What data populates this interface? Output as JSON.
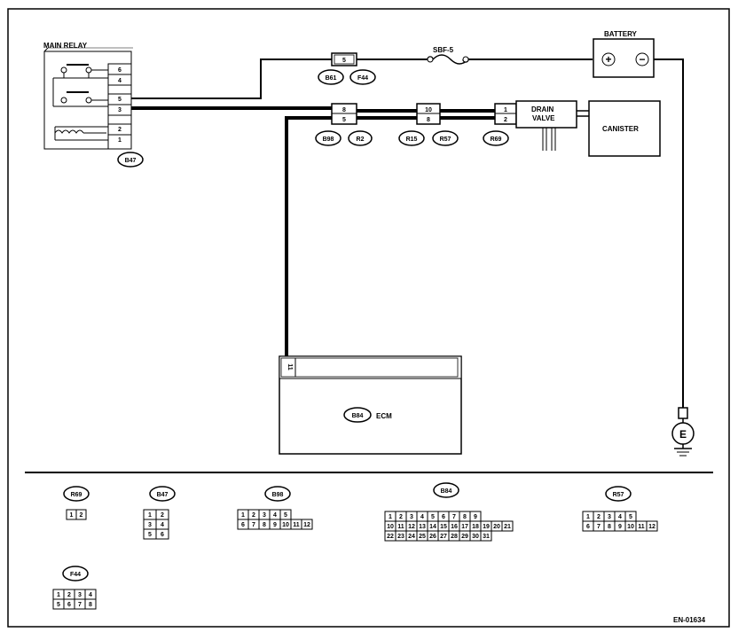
{
  "labels": {
    "main_relay": "MAIN RELAY",
    "battery": "BATTERY",
    "fuse": "SBF-5",
    "drain_valve_1": "DRAIN",
    "drain_valve_2": "VALVE",
    "canister": "CANISTER",
    "ecm": "ECM",
    "ground": "E",
    "code": "EN-01634",
    "battery_plus": "+",
    "battery_minus": "−"
  },
  "tags": {
    "b47": "B47",
    "b61": "B61",
    "f44": "F44",
    "b98": "B98",
    "r2": "R2",
    "r15": "R15",
    "r57": "R57",
    "r69": "R69",
    "b84": "B84"
  },
  "pins": {
    "relay": [
      "6",
      "4",
      "5",
      "3",
      "2",
      "1"
    ],
    "b61_f44": "5",
    "b98_r2_top": "8",
    "b98_r2_bot": "5",
    "r15_r57_top": "10",
    "r15_r57_bot": "8",
    "r69_top": "1",
    "r69_bot": "2",
    "ecm_pin": "11"
  },
  "connector_views": {
    "r69": {
      "tag": "R69",
      "rows": [
        [
          "1",
          "2"
        ]
      ]
    },
    "b47": {
      "tag": "B47",
      "rows": [
        [
          "1",
          "2"
        ],
        [
          "3",
          "4"
        ],
        [
          "5",
          "6"
        ]
      ]
    },
    "b98": {
      "tag": "B98",
      "rows": [
        [
          "1",
          "2",
          "3",
          "4",
          "5"
        ],
        [
          "6",
          "7",
          "8",
          "9",
          "10",
          "11",
          "12"
        ]
      ]
    },
    "b84": {
      "tag": "B84",
      "rows": [
        [
          "1",
          "2",
          "3",
          "4",
          "5",
          "6",
          "7",
          "8",
          "9"
        ],
        [
          "10",
          "11",
          "12",
          "13",
          "14",
          "15",
          "16",
          "17",
          "18",
          "19",
          "20",
          "21"
        ],
        [
          "22",
          "23",
          "24",
          "25",
          "26",
          "27",
          "28",
          "29",
          "30",
          "31"
        ]
      ]
    },
    "r57": {
      "tag": "R57",
      "rows": [
        [
          "1",
          "2",
          "3",
          "4",
          "5"
        ],
        [
          "6",
          "7",
          "8",
          "9",
          "10",
          "11",
          "12"
        ]
      ]
    },
    "f44": {
      "tag": "F44",
      "rows": [
        [
          "1",
          "2",
          "3",
          "4"
        ],
        [
          "5",
          "6",
          "7",
          "8"
        ]
      ]
    }
  }
}
